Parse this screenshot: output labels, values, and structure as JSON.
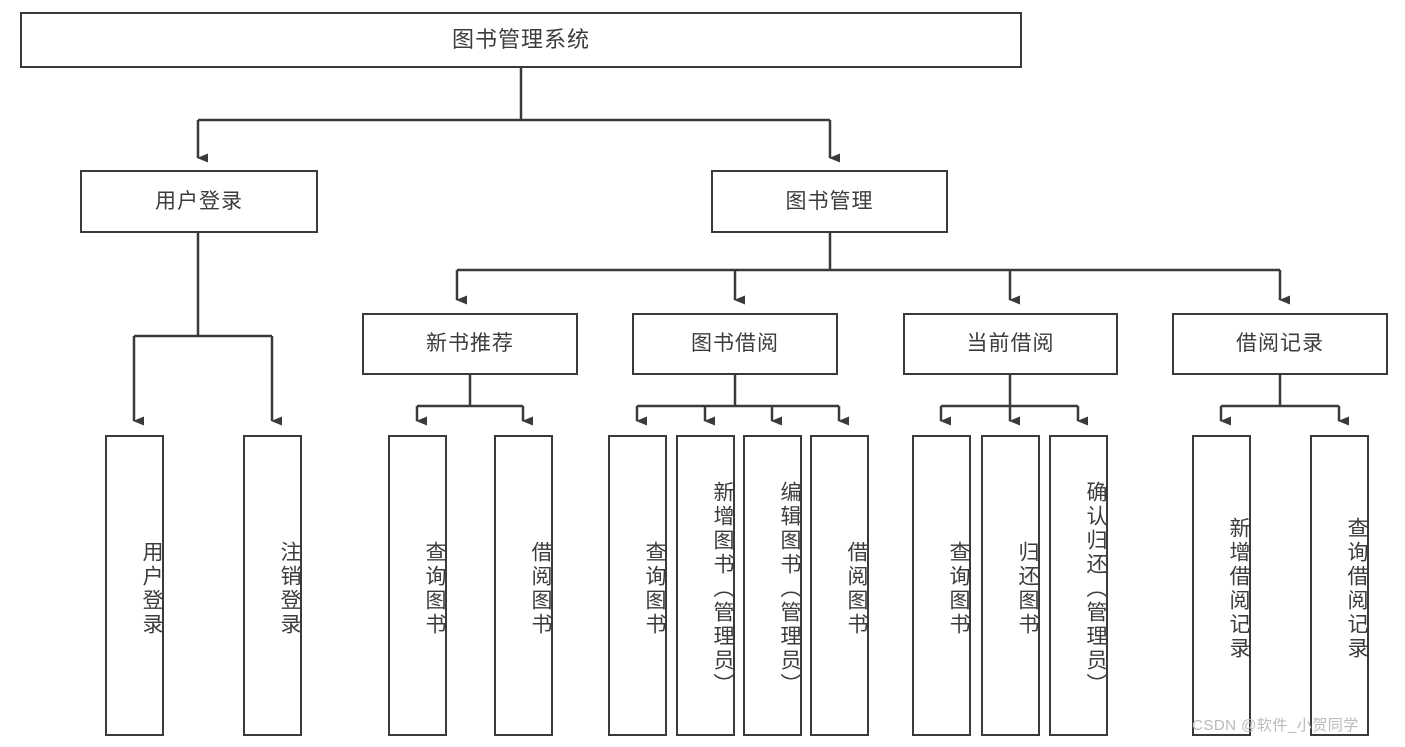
{
  "diagram": {
    "type": "tree",
    "title": "图书管理系统",
    "watermark": "CSDN @软件_小贺同学",
    "colors": {
      "stroke": "#3a3a3a",
      "text": "#3c3c3c",
      "background": "#ffffff",
      "watermark": "#b9b9b9"
    },
    "root": {
      "label": "图书管理系统"
    },
    "level1": [
      {
        "label": "用户登录"
      },
      {
        "label": "图书管理"
      }
    ],
    "level2": [
      {
        "label": "新书推荐"
      },
      {
        "label": "图书借阅"
      },
      {
        "label": "当前借阅"
      },
      {
        "label": "借阅记录"
      }
    ],
    "leaves": {
      "user_login": [
        "用户登录",
        "注销登录"
      ],
      "new_book": [
        "查询图书",
        "借阅图书"
      ],
      "book_borrow": [
        "查询图书",
        "新增图书（管理员）",
        "编辑图书（管理员）",
        "借阅图书"
      ],
      "current_borrow": [
        "查询图书",
        "归还图书",
        "确认归还（管理员）"
      ],
      "borrow_record": [
        "新增借阅记录",
        "查询借阅记录"
      ]
    }
  }
}
